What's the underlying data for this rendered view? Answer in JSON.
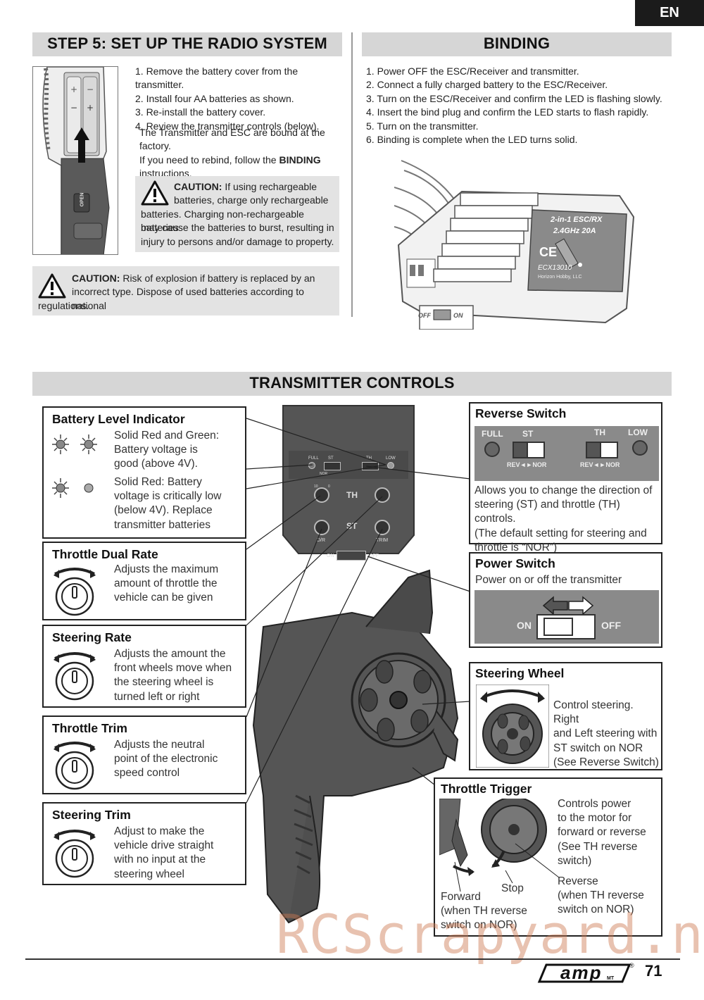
{
  "lang": "EN",
  "step5": {
    "title": "STEP 5: SET UP THE RADIO SYSTEM",
    "steps": [
      "1.   Remove the battery cover from the transmitter.",
      "2.   Install four AA batteries as shown.",
      "3.   Re-install the battery cover.",
      "4.   Review the transmitter controls (below)."
    ],
    "note_line1": "The Transmitter and ESC are bound at the factory.",
    "note_line2_pre": "If you need to rebind, follow the ",
    "note_line2_bold": "BINDING",
    "note_line3": "instructions.",
    "caution1_label": "CAUTION:",
    "caution1_lines": [
      " If using rechargeable",
      "batteries, charge only rechargeable",
      "batteries. Charging non-rechargeable batteries",
      "may cause the batteries to burst, resulting in",
      "injury to persons and/or damage to property."
    ],
    "caution2_label": "CAUTION:",
    "caution2_lines": [
      " Risk of explosion if battery is replaced by an",
      "incorrect type. Dispose of used batteries according to national",
      "regulations."
    ],
    "battery_label": "OPEN"
  },
  "binding": {
    "title": "BINDING",
    "steps": [
      "1. Power OFF the ESC/Receiver and transmitter.",
      "2. Connect a fully charged battery to the ESC/Receiver.",
      "3. Turn on the ESC/Receiver and confirm the LED is flashing slowly.",
      "4. Insert the bind plug and confirm the LED starts to flash rapidly.",
      "5. Turn on the transmitter.",
      "6. Binding is complete when the LED turns solid."
    ],
    "esc_label1": "2-in-1 ESC/RX",
    "esc_label2": "2.4GHz 20A",
    "esc_model": "ECX13010",
    "esc_maker": "Horizon Hobby, LLC",
    "switch_off": "OFF",
    "switch_on": "ON"
  },
  "controls": {
    "title": "TRANSMITTER CONTROLS",
    "battery_indicator": {
      "title": "Battery Level Indicator",
      "text1": [
        "Solid Red and Green:",
        "Battery voltage is",
        "good (above 4V)."
      ],
      "text2": [
        "Solid Red: Battery",
        "voltage is critically low",
        "(below 4V). Replace",
        "transmitter batteries"
      ]
    },
    "throttle_dual_rate": {
      "title": "Throttle Dual Rate",
      "text": [
        "Adjusts the maximum",
        "amount of throttle the",
        "vehicle can be given"
      ]
    },
    "steering_rate": {
      "title": "Steering Rate",
      "text": [
        "Adjusts the amount the",
        "front wheels move when",
        "the steering wheel is",
        "turned left or right"
      ]
    },
    "throttle_trim": {
      "title": "Throttle Trim",
      "text": [
        "Adjusts the neutral",
        "point of the electronic",
        "speed control"
      ]
    },
    "steering_trim": {
      "title": "Steering Trim",
      "text": [
        "Adjust to make the",
        "vehicle drive straight",
        "with no input at the",
        "steering wheel"
      ]
    },
    "reverse_switch": {
      "title": "Reverse Switch",
      "labels": {
        "full": "FULL",
        "st": "ST",
        "th": "TH",
        "low": "LOW",
        "rev_nor": "REV◄►NOR"
      },
      "text": [
        "Allows you to change the direction of",
        "steering (ST) and throttle (TH) controls.",
        "(The default setting for steering and",
        "throttle is “NOR”)"
      ]
    },
    "power_switch": {
      "title": "Power Switch",
      "text": "Power on or off the transmitter",
      "on": "ON",
      "off": "OFF"
    },
    "steering_wheel": {
      "title": "Steering Wheel",
      "text": [
        "Control steering. Right",
        "and Left steering with",
        "ST switch on NOR",
        "(See Reverse Switch)"
      ]
    },
    "throttle_trigger": {
      "title": "Throttle Trigger",
      "text": [
        "Controls power",
        "to the motor for",
        "forward or reverse",
        "(See TH reverse",
        "switch)"
      ],
      "stop": "Stop",
      "forward": [
        "Forward",
        "(when TH reverse",
        "switch on NOR)"
      ],
      "reverse": [
        "Reverse",
        "(when TH reverse",
        "switch on NOR)"
      ]
    },
    "tx_labels": {
      "full": "FULL",
      "st": "ST",
      "th": "TH",
      "low": "LOW",
      "dr": "D/R",
      "trim": "TRIM",
      "on": "ON",
      "off": "OFF",
      "nor": "NOR",
      "ten": "10",
      "zero": "0"
    }
  },
  "footer": {
    "page": "71",
    "logo": "amp",
    "logo_sub": "MT",
    "reg": "®"
  },
  "watermark": "RCScrapyard.net"
}
